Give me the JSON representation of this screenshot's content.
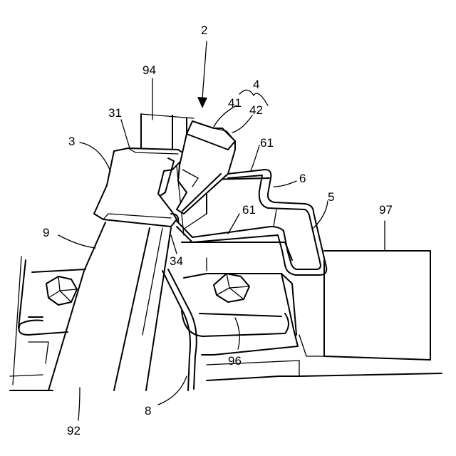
{
  "labels": {
    "n2": "2",
    "n94": "94",
    "n4": "4",
    "n41": "41",
    "n42": "42",
    "n31": "31",
    "n3": "3",
    "n61a": "61",
    "n6": "6",
    "n5": "5",
    "n97": "97",
    "n9": "9",
    "n61b": "61",
    "n34": "34",
    "n96": "96",
    "n8": "8",
    "n92": "92"
  }
}
